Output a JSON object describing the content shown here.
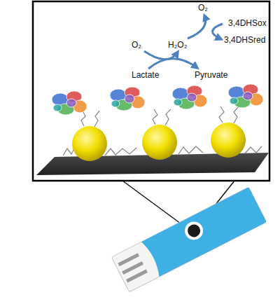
{
  "diagram": {
    "labels": [
      "O₂",
      "3,4DHSox",
      "3,4DHSred",
      "O₂",
      "H₂O₂",
      "Lactate",
      "Pyruvate"
    ]
  }
}
